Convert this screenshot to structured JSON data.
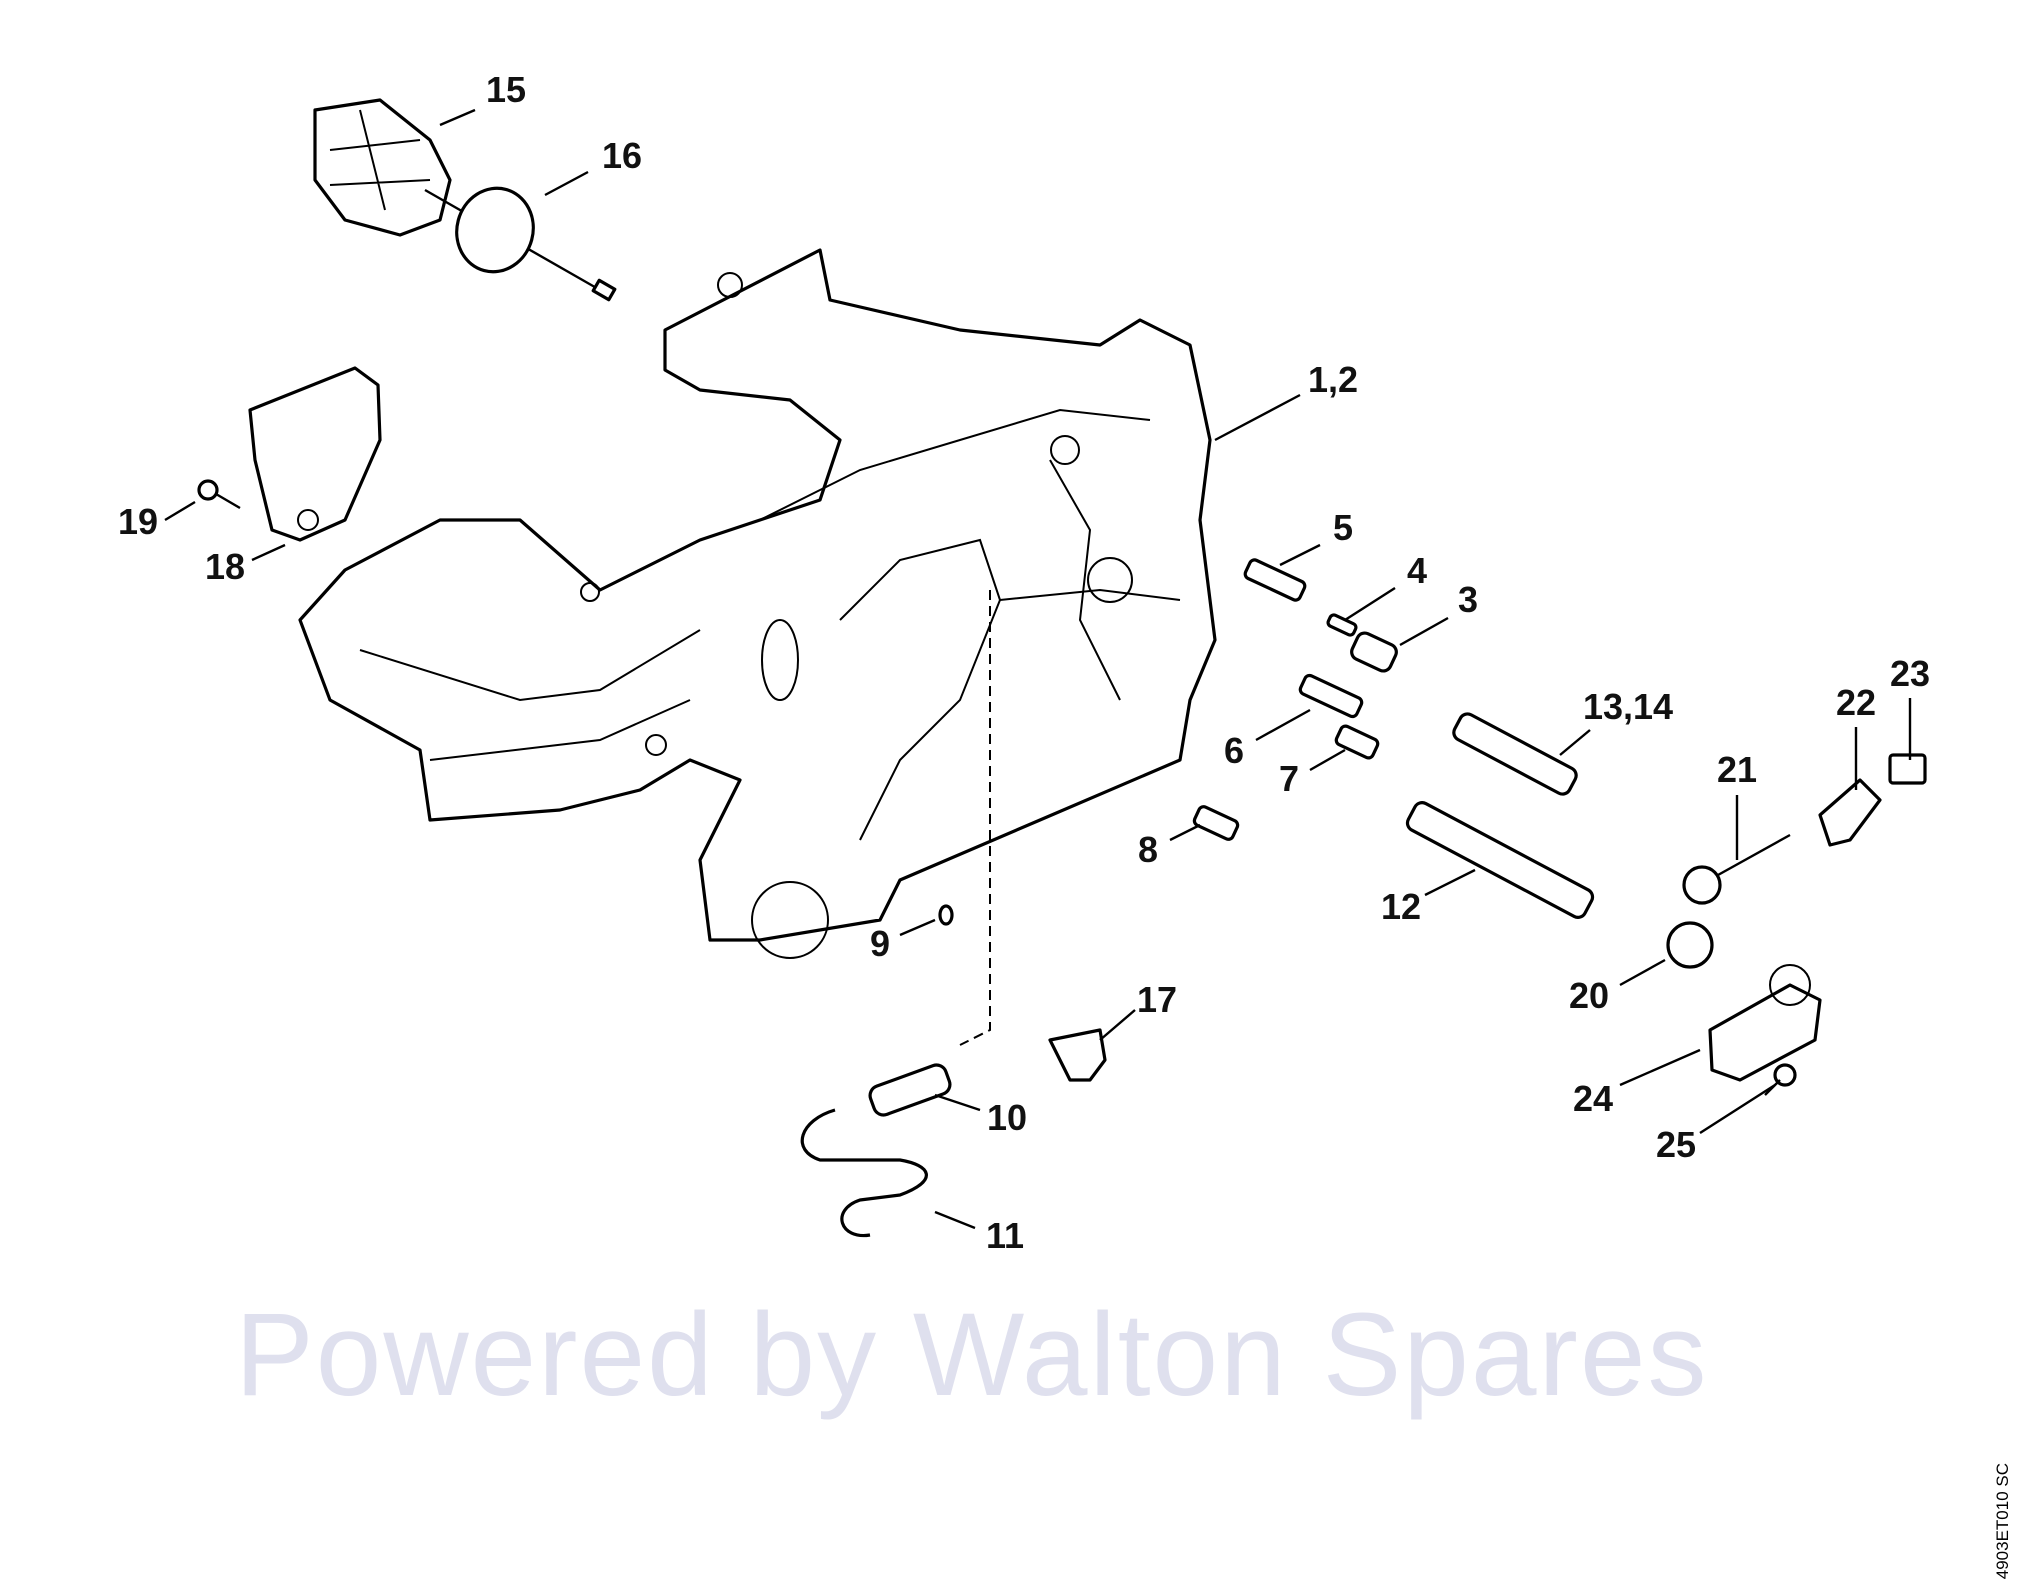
{
  "diagram": {
    "watermark": "Powered by Walton Spares",
    "drawing_code": "4903ET010 SC",
    "callouts": [
      "15",
      "16",
      "1,2",
      "5",
      "4",
      "3",
      "19",
      "18",
      "23",
      "22",
      "13,14",
      "21",
      "6",
      "7",
      "8",
      "12",
      "9",
      "17",
      "20",
      "10",
      "24",
      "25",
      "11"
    ]
  }
}
